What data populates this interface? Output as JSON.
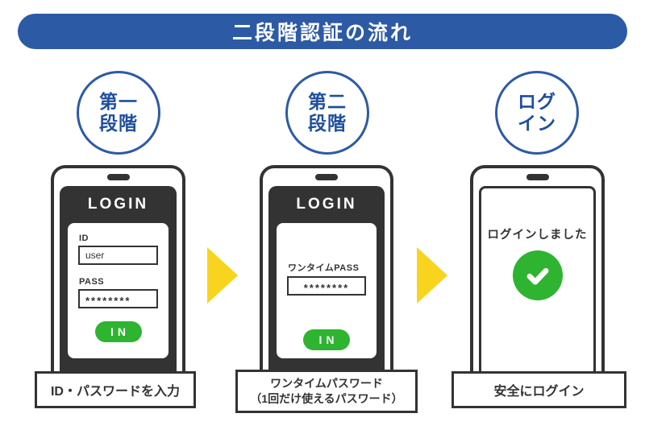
{
  "title": "二段階認証の流れ",
  "colors": {
    "banner_blue": "#2d5aa5",
    "badge_text_blue": "#1e4f9d",
    "dark": "#333333",
    "green": "#2eb430",
    "arrow_yellow": "#f8d41e"
  },
  "steps": [
    {
      "badge": {
        "line1": "第一",
        "line2": "段階"
      },
      "phone": {
        "screen_title": "LOGIN",
        "id_field": {
          "label": "ID",
          "value": "user"
        },
        "pass_field": {
          "label": "PASS",
          "value": "********"
        },
        "submit_label": "IN"
      },
      "caption": {
        "line1": "ID・パスワードを入力"
      }
    },
    {
      "badge": {
        "line1": "第二",
        "line2": "段階"
      },
      "phone": {
        "screen_title": "LOGIN",
        "otp_field": {
          "label": "ワンタイムPASS",
          "value": "********"
        },
        "submit_label": "IN"
      },
      "caption": {
        "line1": "ワンタイムパスワード",
        "line2": "（1回だけ使えるパスワード）"
      }
    },
    {
      "badge": {
        "line1": "ログ",
        "line2": "イン"
      },
      "phone": {
        "message": "ログインしました",
        "icon": "check-circle-icon"
      },
      "caption": {
        "line1": "安全にログイン"
      }
    }
  ]
}
